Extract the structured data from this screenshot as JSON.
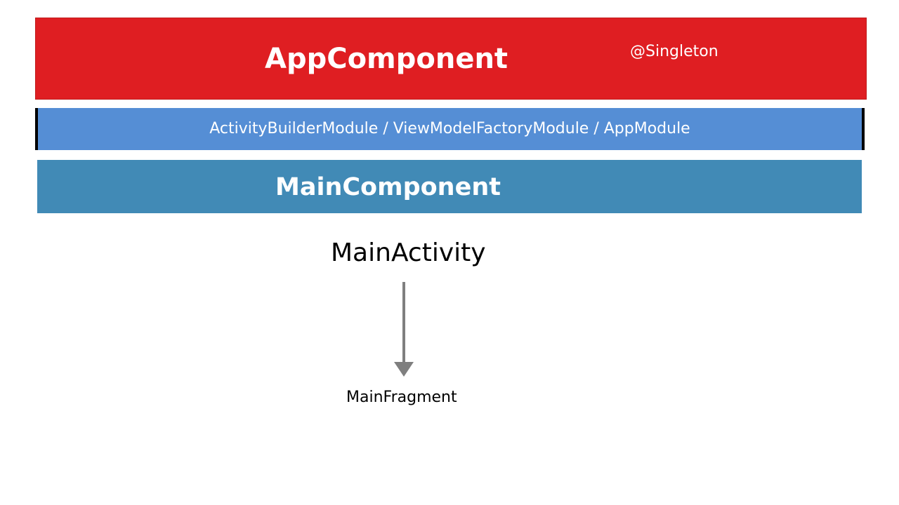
{
  "colors": {
    "app_component": "#df1e22",
    "modules_bar": "#558ed5",
    "main_component": "#418ab6",
    "arrow": "#7f7f7f"
  },
  "app_component": {
    "title": "AppComponent",
    "scope": "@Singleton"
  },
  "modules_bar": {
    "text": "ActivityBuilderModule / ViewModelFactoryModule / AppModule"
  },
  "main_component": {
    "title": "MainComponent"
  },
  "activity": {
    "label": "MainActivity"
  },
  "fragment": {
    "label": "MainFragment"
  },
  "arrow": {
    "icon": "arrow-down-icon"
  }
}
